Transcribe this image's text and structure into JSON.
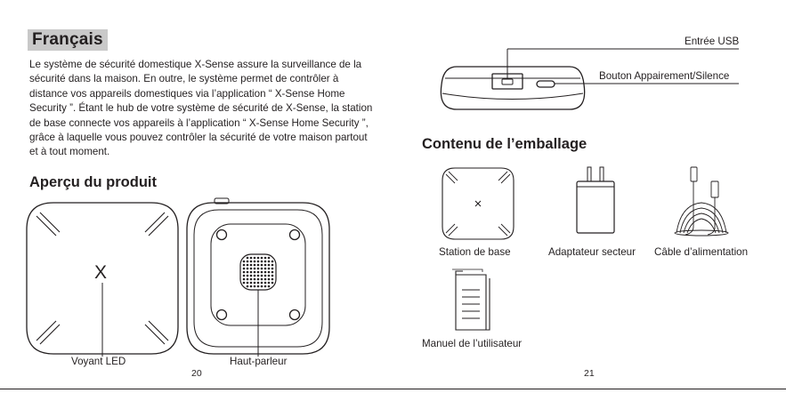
{
  "left_page": {
    "language_title": "Français",
    "intro": "Le système de sécurité domestique X-Sense assure la surveillance de la sécurité dans la maison. En outre, le système permet de contrôler à distance vos appareils domestiques via l’application “ X-Sense Home Security ”. Étant le hub de votre système de sécurité de X-Sense, la station de base connecte vos appareils à l’application “ X-Sense Home Security ”, grâce à laquelle vous pouvez contrôler la sécurité de votre maison partout et à tout moment.",
    "overview_title": "Aperçu du produit",
    "device_logo": "X",
    "label_led": "Voyant LED",
    "label_speaker": "Haut-parleur",
    "page_number": "20"
  },
  "right_page": {
    "label_usb": "Entrée USB",
    "label_pair_button": "Bouton Appairement/Silence",
    "package_title": "Contenu de l’emballage",
    "items": {
      "base_station": "Station de base",
      "adapter": "Adaptateur secteur",
      "cable": "Câble d’alimentation",
      "manual": "Manuel de l’utilisateur"
    },
    "page_number": "21"
  }
}
